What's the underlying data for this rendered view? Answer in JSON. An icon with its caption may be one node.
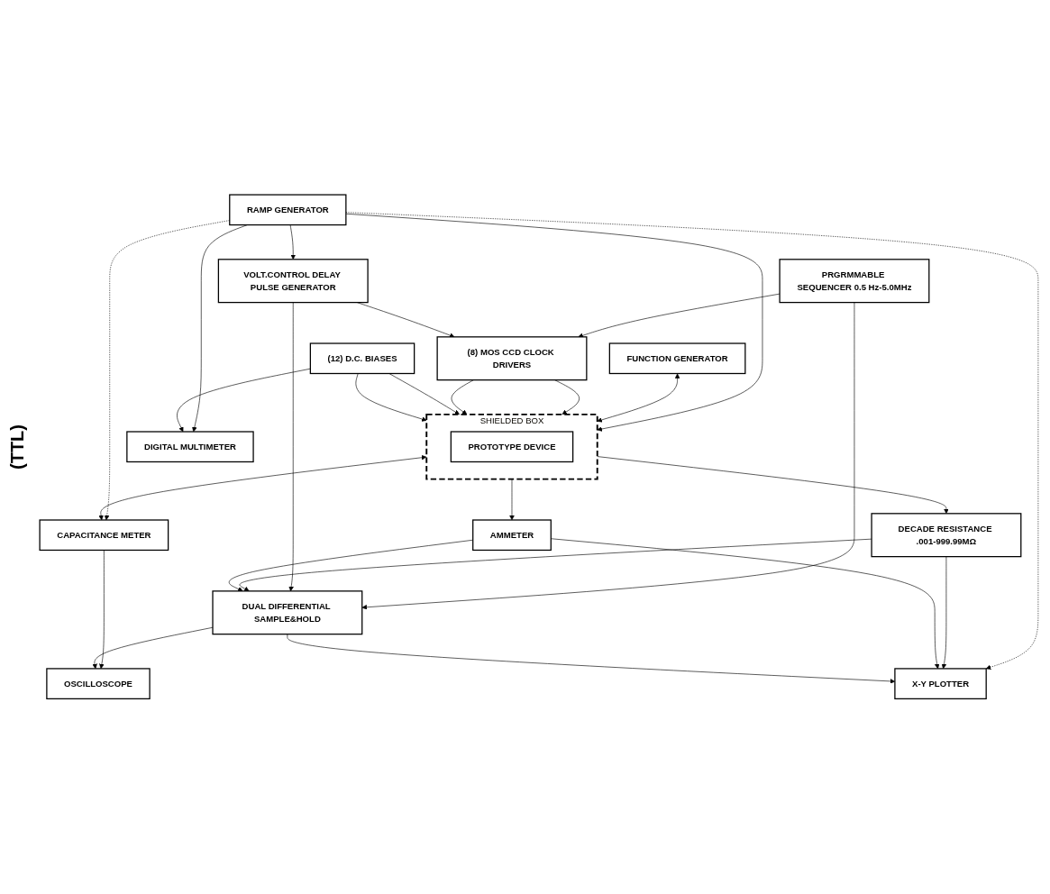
{
  "diagram": {
    "nodes": [
      {
        "text": [
          "PRGRMMABLE SEQUENCER 0.5 Hz-5.0MHz"
        ]
      },
      {
        "text": [
          "DIGITAL MULTIMETER"
        ]
      },
      {
        "text": [
          "VOLT.CONTROL DELAY PULSE GENERATOR"
        ]
      },
      {
        "text": [
          "RAMP GENERATOR"
        ]
      },
      {
        "text": [
          "FUNCTION GENERATOR"
        ]
      },
      {
        "text": [
          "(8) MOS CCD CLOCK DRIVERS"
        ]
      },
      {
        "text": [
          "SHIELDED BOX"
        ]
      },
      {
        "text": [
          "PROTOTYPE DEVICE"
        ],
        "in": 6
      },
      {
        "text": [
          "(12) D.C. BIASES"
        ]
      },
      {
        "text": [
          "DECADE RESISTANCE .001-999.99MΩ"
        ]
      },
      {
        "text": [
          "CAPACITANCE METER"
        ]
      },
      {
        "text": [
          "AMMETER"
        ]
      },
      {
        "text": [
          "DUAL DIFFERENTIAL SAMPLE&HOLD"
        ]
      },
      {
        "text": [
          "OSCILLOSCOPE"
        ]
      },
      {
        "text": [
          "X-Y PLOTTER"
        ]
      }
    ],
    "edges": [
      {
        "from": 0,
        "to": 5,
        "arrow": "to"
      },
      {
        "from": 2,
        "to": 5,
        "arrow": "to"
      },
      {
        "from": 0,
        "to": 12,
        "arrow": "to"
      },
      {
        "from": 2,
        "to": 12,
        "arrow": "to"
      },
      {
        "from": 3,
        "to": 6,
        "arrow": "to"
      },
      {
        "from": 3,
        "to": 1,
        "arrow": "to"
      },
      {
        "from": 3,
        "to": 2,
        "arrow": "to"
      },
      {
        "from": 8,
        "to": 1,
        "arrow": "to"
      },
      {
        "from": 4,
        "to": 6,
        "arrow": "both"
      },
      {
        "from": 5,
        "to": 6,
        "arrow": "to"
      },
      {
        "from": 5,
        "to": 6,
        "arrow": "to"
      },
      {
        "from": 8,
        "to": 6,
        "arrow": "to"
      },
      {
        "from": 8,
        "to": 6,
        "arrow": "to"
      },
      {
        "from": 6,
        "to": 9,
        "arrow": "to"
      },
      {
        "from": 6,
        "to": 10,
        "arrow": "both"
      },
      {
        "from": 6,
        "to": 11,
        "arrow": "to"
      },
      {
        "from": 3,
        "to": 10,
        "arrow": "to",
        "style": "dashed"
      },
      {
        "from": 3,
        "to": 14,
        "arrow": "to",
        "style": "dashed"
      },
      {
        "from": 9,
        "to": 12,
        "arrow": "to"
      },
      {
        "from": 9,
        "to": 14,
        "arrow": "to"
      },
      {
        "from": 10,
        "to": 13,
        "arrow": "to"
      },
      {
        "from": 11,
        "to": 12,
        "arrow": "to"
      },
      {
        "from": 11,
        "to": 14,
        "arrow": "to"
      },
      {
        "from": 12,
        "to": 13,
        "arrow": "to"
      },
      {
        "from": 12,
        "to": 14,
        "arrow": "to"
      }
    ],
    "labels": [
      "(TTL)"
    ]
  }
}
